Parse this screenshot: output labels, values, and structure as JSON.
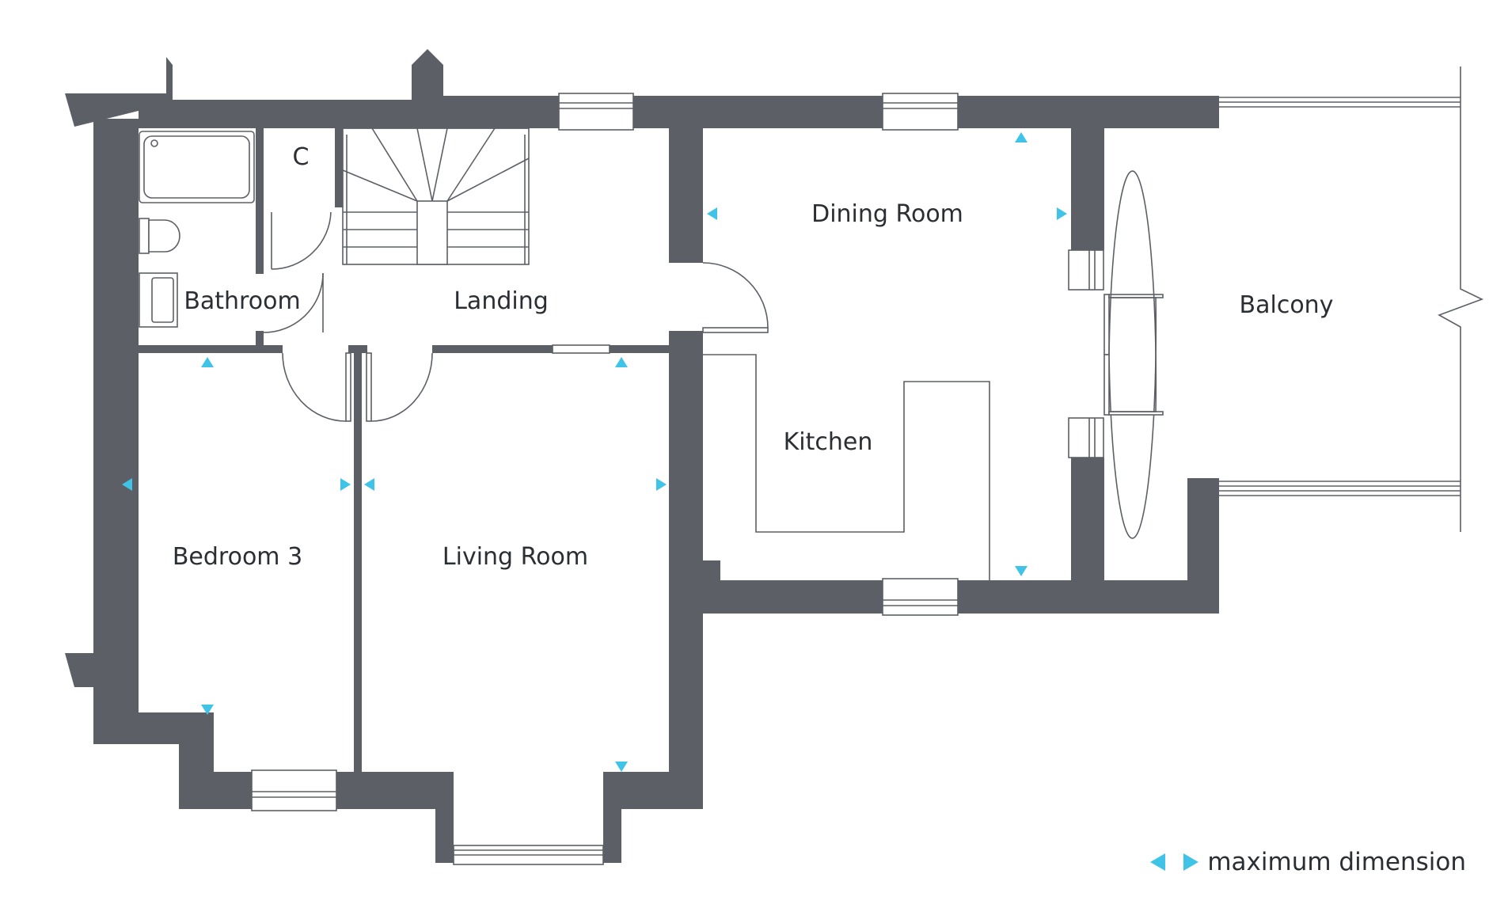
{
  "plan": {
    "rooms": {
      "bathroom": "Bathroom",
      "cupboard": "C",
      "landing": "Landing",
      "dining_room": "Dining Room",
      "kitchen": "Kitchen",
      "balcony": "Balcony",
      "bedroom_3": "Bedroom 3",
      "living_room": "Living Room"
    },
    "legend": {
      "label": "maximum dimension",
      "marker_color": "#3fc3e6"
    },
    "colors": {
      "wall": "#5c6066",
      "background": "#ffffff"
    }
  }
}
